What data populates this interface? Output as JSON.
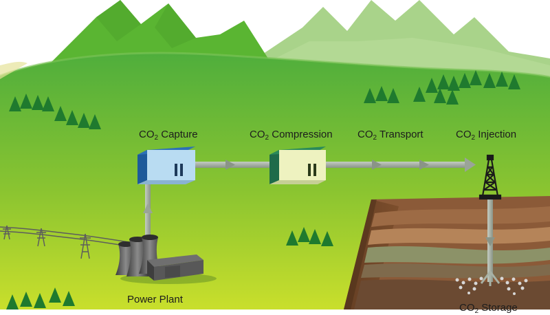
{
  "diagram": {
    "stages": [
      {
        "prefix": "CO",
        "sub": "2",
        "suffix": " Capture"
      },
      {
        "prefix": "CO",
        "sub": "2",
        "suffix": " Compression"
      },
      {
        "prefix": "CO",
        "sub": "2",
        "suffix": " Transport"
      },
      {
        "prefix": "CO",
        "sub": "2",
        "suffix": " Injection"
      },
      {
        "prefix": "CO",
        "sub": "2",
        "suffix": " Storage"
      }
    ],
    "source_label": "Power Plant"
  },
  "colors": {
    "hill_main": "#5cb533",
    "hill_light": "#a9d38a",
    "ground_top": "#56b23a",
    "ground_bottom": "#c9df2c",
    "soil": "#8a5636",
    "pipe": "#a8b2a6",
    "capture_building": "#b9dcf2",
    "compression_building": "#eef2c0"
  }
}
